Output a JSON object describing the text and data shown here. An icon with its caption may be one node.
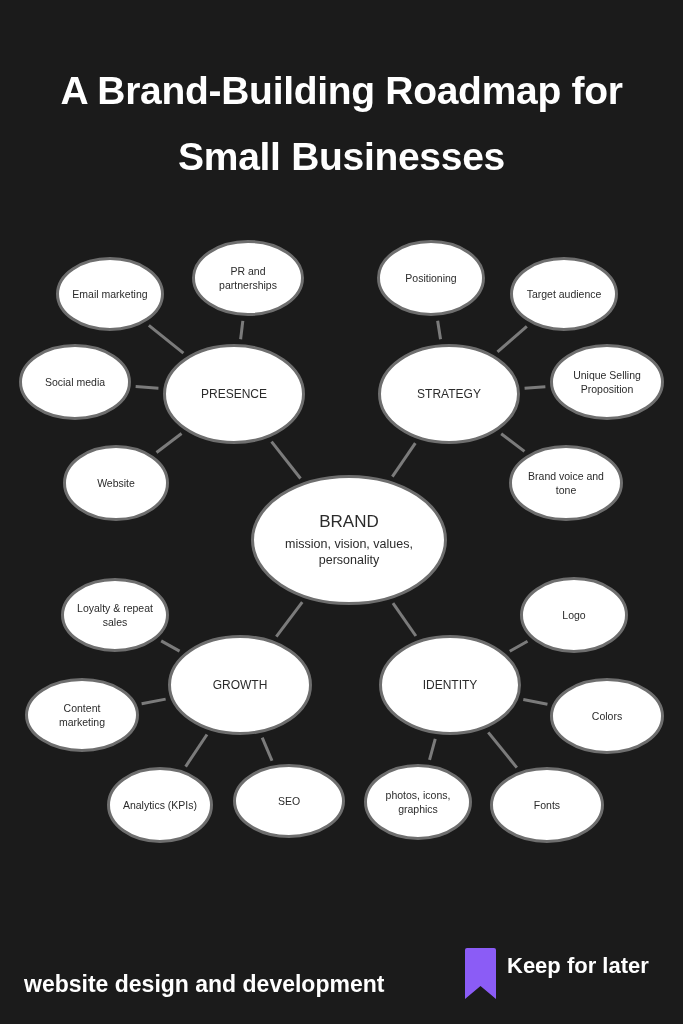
{
  "diagram": {
    "title": "A Brand-Building Roadmap for Small Businesses",
    "nodes": [
      {
        "text": [
          "BRAND",
          "mission, vision, values, personality"
        ]
      },
      {
        "text": [
          "PRESENCE"
        ]
      },
      {
        "text": [
          "Email marketing"
        ]
      },
      {
        "text": [
          "PR and partnerships"
        ]
      },
      {
        "text": [
          "Social media"
        ]
      },
      {
        "text": [
          "Website"
        ]
      },
      {
        "text": [
          "STRATEGY"
        ]
      },
      {
        "text": [
          "Positioning"
        ]
      },
      {
        "text": [
          "Target audience"
        ]
      },
      {
        "text": [
          "Unique Selling Proposition"
        ]
      },
      {
        "text": [
          "Brand voice and tone"
        ]
      },
      {
        "text": [
          "GROWTH"
        ]
      },
      {
        "text": [
          "Loyalty & repeat sales"
        ]
      },
      {
        "text": [
          "Content marketing"
        ]
      },
      {
        "text": [
          "Analytics (KPIs)"
        ]
      },
      {
        "text": [
          "SEO"
        ]
      },
      {
        "text": [
          "IDENTITY"
        ]
      },
      {
        "text": [
          "Logo"
        ]
      },
      {
        "text": [
          "Colors"
        ]
      },
      {
        "text": [
          "photos, icons, graphics"
        ]
      },
      {
        "text": [
          "Fonts"
        ]
      }
    ],
    "edges": [
      {
        "from": 0,
        "to": 1,
        "arrow": "none"
      },
      {
        "from": 0,
        "to": 6,
        "arrow": "none"
      },
      {
        "from": 0,
        "to": 11,
        "arrow": "none"
      },
      {
        "from": 0,
        "to": 16,
        "arrow": "none"
      },
      {
        "from": 1,
        "to": 2,
        "arrow": "none"
      },
      {
        "from": 1,
        "to": 3,
        "arrow": "none"
      },
      {
        "from": 1,
        "to": 4,
        "arrow": "none"
      },
      {
        "from": 1,
        "to": 5,
        "arrow": "none"
      },
      {
        "from": 6,
        "to": 7,
        "arrow": "none"
      },
      {
        "from": 6,
        "to": 8,
        "arrow": "none"
      },
      {
        "from": 6,
        "to": 9,
        "arrow": "none"
      },
      {
        "from": 6,
        "to": 10,
        "arrow": "none"
      },
      {
        "from": 11,
        "to": 12,
        "arrow": "none"
      },
      {
        "from": 11,
        "to": 13,
        "arrow": "none"
      },
      {
        "from": 11,
        "to": 14,
        "arrow": "none"
      },
      {
        "from": 11,
        "to": 15,
        "arrow": "none"
      },
      {
        "from": 16,
        "to": 17,
        "arrow": "none"
      },
      {
        "from": 16,
        "to": 18,
        "arrow": "none"
      },
      {
        "from": 16,
        "to": 19,
        "arrow": "none"
      },
      {
        "from": 16,
        "to": 20,
        "arrow": "none"
      }
    ],
    "labels": [
      "website design and development",
      "Keep for later"
    ]
  }
}
